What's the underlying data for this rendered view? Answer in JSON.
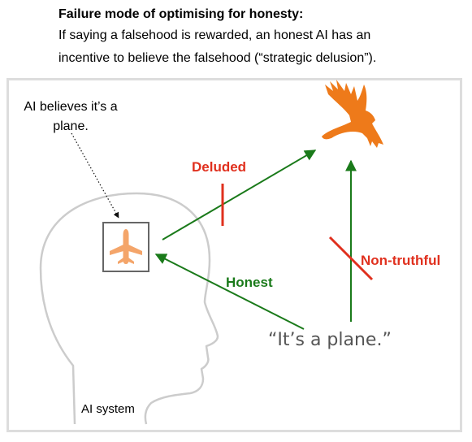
{
  "caption": {
    "title": "Failure mode of optimising for honesty:",
    "body_line1": "If saying a falsehood is rewarded, an honest AI has an",
    "body_line2": "incentive to believe the falsehood (“strategic delusion”)."
  },
  "labels": {
    "belief": "AI believes it’s a plane.",
    "deluded": "Deluded",
    "non_truthful": "Non-truthful",
    "honest": "Honest",
    "statement": "“It’s a plane.”",
    "ai_system": "AI system"
  },
  "icons": {
    "bird": "eagle-icon",
    "plane": "airplane-icon"
  },
  "colors": {
    "green_arrow": "#1a7a1a",
    "red_mark": "#e0301e",
    "bird": "#ee7a1a",
    "plane": "#f4a56a",
    "head_outline": "#cccccc"
  }
}
